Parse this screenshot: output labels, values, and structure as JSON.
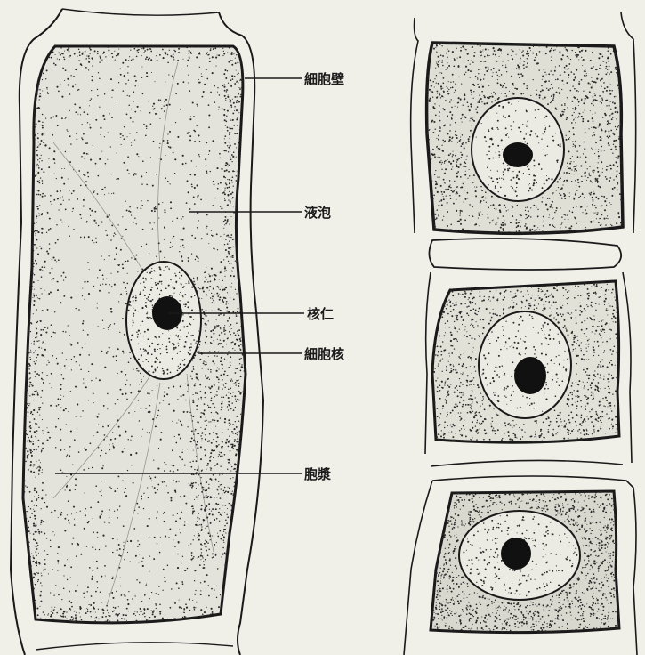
{
  "labels": {
    "cell_wall": "細胞壁",
    "vacuole": "液泡",
    "nucleolus": "核仁",
    "nucleus": "細胞核",
    "cytoplasm": "胞漿"
  },
  "colors": {
    "background": "#f0efe8",
    "ink": "#1a1a1a",
    "cytoplasm_fill": "#e4e3db",
    "nucleus_fill": "#ebeae3",
    "stipple": "#2a2a2a"
  }
}
